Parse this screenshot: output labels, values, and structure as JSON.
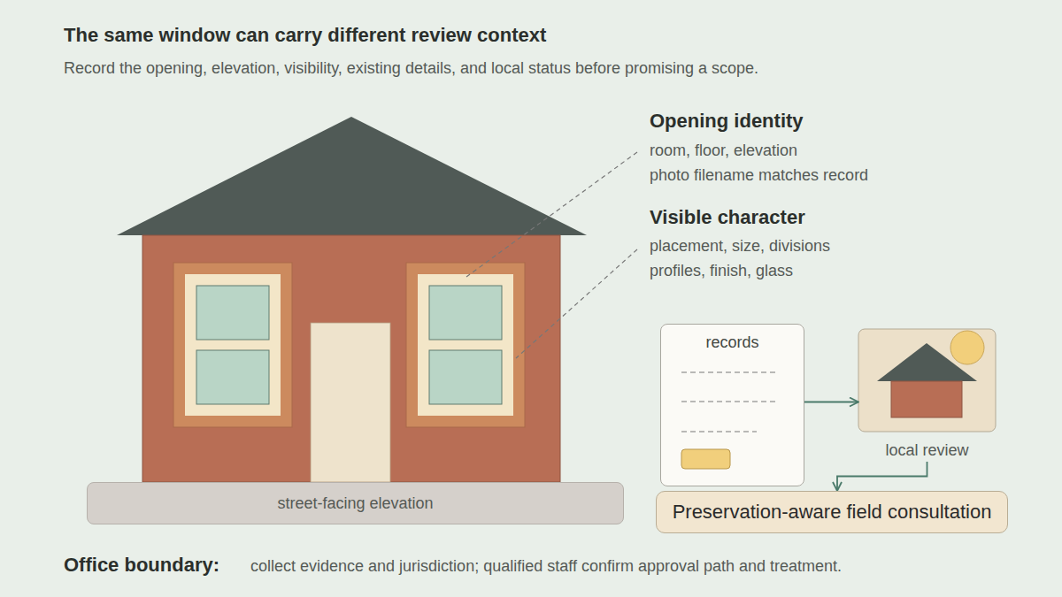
{
  "diagram": {
    "title": "The same window can carry different review context",
    "nodes": [
      {
        "text": [
          "street-facing elevation"
        ]
      },
      {
        "text": [
          "records"
        ]
      },
      {
        "text": [
          "local review"
        ]
      },
      {
        "text": [
          "Preservation-aware field consultation"
        ]
      }
    ],
    "edges": [
      {
        "from": 1,
        "to": 2,
        "arrow": "to"
      },
      {
        "from": 2,
        "to": 3,
        "arrow": "to"
      }
    ],
    "labels": [
      "Record the opening, elevation, visibility, existing details, and local status before promising a scope.",
      "Opening identity",
      "room, floor, elevation",
      "photo filename matches record",
      "Visible character",
      "placement, size, divisions",
      "profiles, finish, glass",
      "Office boundary:",
      "collect evidence and jurisdiction; qualified staff confirm approval path and treatment."
    ]
  }
}
